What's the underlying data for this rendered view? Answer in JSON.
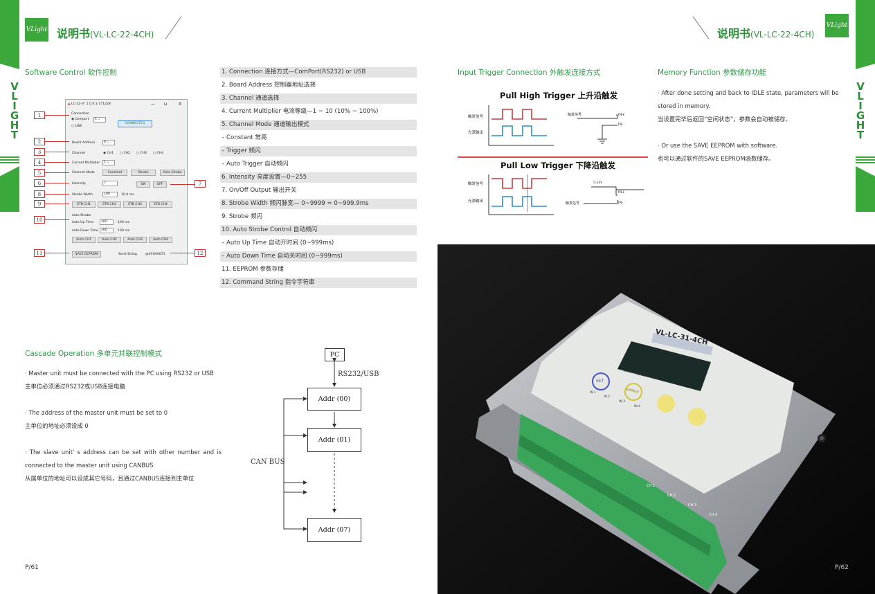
{
  "header": {
    "logo_text": "VLight",
    "title_left": "说明书",
    "title_left_model": "(VL-LC-22-4CH)",
    "title_right": "说明书",
    "title_right_model": "(VL-LC-22-4CH)"
  },
  "side": {
    "brand_letters": [
      "V",
      "L",
      "I",
      "G",
      "H",
      "T"
    ]
  },
  "software": {
    "title": "Software Control 软件控制",
    "window": {
      "title": "LC-22-3° 1.0.0.1-171228",
      "controls": [
        "—",
        "⊔",
        "X"
      ],
      "connection_label": "Connection",
      "comport_label": "Comport",
      "comport_value": "1",
      "usb_label": "USB",
      "status": "CONNECTED",
      "board_address_label": "Board Address",
      "board_address_value": "0",
      "channel_label": "Channel",
      "channels": [
        "CH1",
        "CH2",
        "CH3",
        "CH4"
      ],
      "current_multiplier_label": "Current Multiplier",
      "current_multiplier_value": "1",
      "channel_mode_label": "Channel Mode",
      "modes": [
        "Constant",
        "Strobe",
        "Auto Strobe"
      ],
      "intensity_label": "Intensity",
      "intensity_value": "7",
      "on_label": "ON",
      "off_label": "OFF",
      "strobe_width_label": "Strobe Width",
      "strobe_width_value": "100",
      "strobe_width_unit": "10.0 ms",
      "stb_buttons": [
        "STB CH1",
        "STB CH2",
        "STB CH3",
        "STB CH4"
      ],
      "auto_strobe_label": "Auto Strobe",
      "auto_up_label": "Auto Up Time",
      "auto_up_value": "100",
      "auto_up_unit": "100 ms",
      "auto_down_label": "Auto Down Time",
      "auto_down_value": "100",
      "auto_down_unit": "100 ms",
      "auto_buttons": [
        "Auto CH1",
        "Auto CH2",
        "Auto CH3",
        "Auto CH4"
      ],
      "save_eeprom": "SAVE EEPROM",
      "send_string": "Send String",
      "send_code": "@01SH0071"
    },
    "callouts": [
      "1",
      "2",
      "3",
      "4",
      "5",
      "6",
      "7",
      "8",
      "9",
      "10",
      "11",
      "12"
    ]
  },
  "feature_list": [
    {
      "text": "1. Connection 连接方式—ComPort(RS232) or USB",
      "shaded": true
    },
    {
      "text": "2. Board Address 控制器地址选择",
      "shaded": false
    },
    {
      "text": "3. Channel 通道选择",
      "shaded": true
    },
    {
      "text": "4. Current Multiplier 电流等级—1 ~ 10 (10% ~ 100%)",
      "shaded": false
    },
    {
      "text": "5. Channel Mode 通道输出模式",
      "shaded": true
    },
    {
      "text": "– Constant 常亮",
      "shaded": false
    },
    {
      "text": "– Trigger 频闪",
      "shaded": true
    },
    {
      "text": "– Auto Trigger 自动频闪",
      "shaded": false
    },
    {
      "text": "6. Intensity 亮度设置—0~255",
      "shaded": true
    },
    {
      "text": "7. On/Off Output 输出开关",
      "shaded": false
    },
    {
      "text": "8. Strobe Width 频闪脉宽— 0~9999 = 0~999.9ms",
      "shaded": true
    },
    {
      "text": "9. Strobe 频闪",
      "shaded": false
    },
    {
      "text": "10. Auto Strobe Control 自动频闪",
      "shaded": true
    },
    {
      "text": "– Auto Up Time 自动开时间 (0~999ms)",
      "shaded": false
    },
    {
      "text": "– Auto Down Time 自动关时间 (0~999ms)",
      "shaded": true
    },
    {
      "text": "11. EEPROM 参数存储",
      "shaded": false
    },
    {
      "text": "12. Command String 指令字符串",
      "shaded": true
    }
  ],
  "cascade": {
    "title": "Cascade Operation 多单元并联控制模式",
    "paragraphs": [
      "· Master unit must be connected with the PC using RS232 or USB",
      "主单位必须通过RS232或USB连接电脑",
      "· The address of the master unit must be set to 0",
      "主单位的地址必须设成 0",
      "· The slave unit' s address can be set with other number and is connected to the master unit using CANBUS",
      "从属单位的地址可以设成其它号码，且通过CANBUS连接到主单位"
    ],
    "diagram": {
      "pc": "PC",
      "link": "RS232/USB",
      "bus": "CAN BUS",
      "nodes": [
        "Addr (00)",
        "Addr (01)",
        "Addr (07)"
      ]
    }
  },
  "trigger": {
    "title": "Input Trigger Connection 外触发连接方式",
    "high_title": "Pull High Trigger 上升沿触发",
    "low_title": "Pull Low Trigger 下降沿触发",
    "signal_label": "触发信号",
    "output_label": "光源输出",
    "in_plus": "IN+",
    "in_minus": "IN-",
    "voltage": "5-24V"
  },
  "memory": {
    "title": "Memory Function 参数储存功能",
    "p1_en": "· After done setting and back to IDLE state, parameters will be stored in memory.",
    "p1_cn": "当设置完毕后返回“空闲状态”，参数会自动被储存。",
    "p2_en": "· Or use the SAVE EEPROM with software.",
    "p2_cn": "也可以通过软件的SAVE EEPROM函数储存。"
  },
  "photo": {
    "model": "VL-LC-31-4CH",
    "link_label": "LINK / RS232",
    "set": "SET",
    "range": "RANGE",
    "inputs": [
      "IN 1",
      "IN 2",
      "IN 3",
      "IN 4"
    ],
    "terminal_labels": [
      "CH 1",
      "CH 2",
      "CH 3",
      "CH 4"
    ]
  },
  "footer": {
    "page_left": "P/61",
    "page_right": "P/62"
  }
}
